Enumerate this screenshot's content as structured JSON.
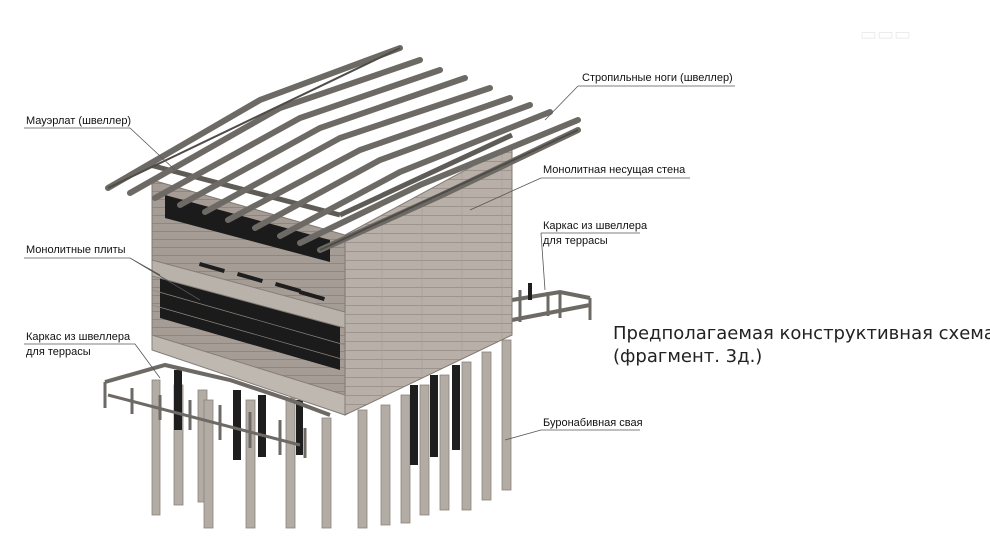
{
  "labels": {
    "rafters": "Стропильные ноги (швеллер)",
    "mauerlat": "Мауэрлат (швеллер)",
    "wall": "Монолитная несущая стена",
    "frame_right_line1": "Каркас из швеллера",
    "frame_right_line2": "для террасы",
    "slabs": "Монолитные плиты",
    "frame_left_line1": "Каркас из швеллера",
    "frame_left_line2": "для террасы",
    "pile": "Буронабивная свая"
  },
  "caption": {
    "line1": "Предполагаемая конструктивная схема",
    "line2": "(фрагмент. 3д.)"
  },
  "colors": {
    "concrete_light": "#c9c2bb",
    "concrete_mid": "#aaa29a",
    "concrete_dark": "#8e867f",
    "void": "#1b1b1b",
    "steel": "#6d6a66",
    "leader": "#555555"
  }
}
